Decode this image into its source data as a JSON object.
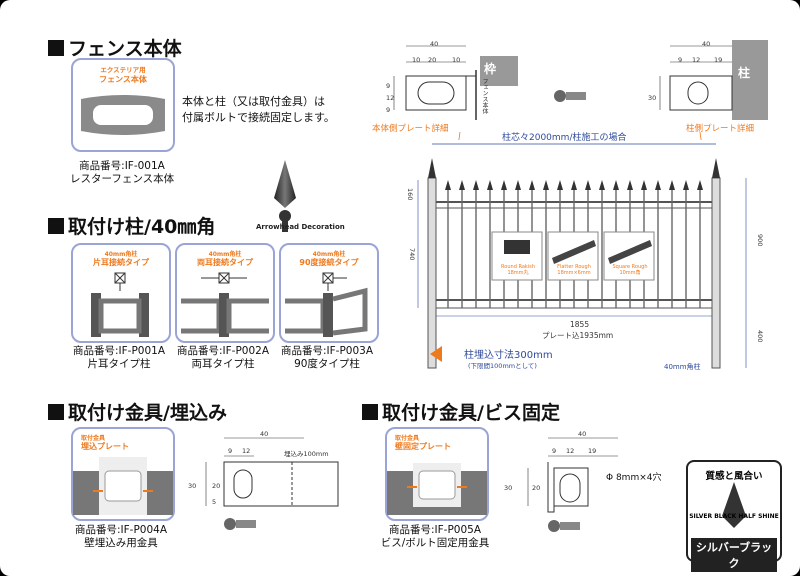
{
  "sections": {
    "fence_body": "フェンス本体",
    "post": "取付け柱/40㎜角",
    "embed": "取付け金具/埋込み",
    "screw": "取付け金具/ビス固定"
  },
  "fence_card": {
    "top": "エクステリア用",
    "bottom": "フェンス本体"
  },
  "fence_caption": {
    "line1": "商品番号:IF-001A",
    "line2": "レスターフェンス本体"
  },
  "fence_note": {
    "line1": "本体と柱（又は取付金具）は",
    "line2": "付属ボルトで接続固定します。"
  },
  "arrowhead_label": "Arrowhead Decoration",
  "post_cards": [
    {
      "top": "40mm角柱",
      "bottom": "片耳接続タイプ",
      "code": "商品番号:IF-P001A",
      "name": "片耳タイプ柱"
    },
    {
      "top": "40mm角柱",
      "bottom": "両耳接続タイプ",
      "code": "商品番号:IF-P002A",
      "name": "両耳タイプ柱"
    },
    {
      "top": "40mm角柱",
      "bottom": "90度接続タイプ",
      "code": "商品番号:IF-P003A",
      "name": "90度タイプ柱"
    }
  ],
  "embed_card": {
    "top": "取付金具",
    "bottom": "埋込プレート",
    "code": "商品番号:IF-P004A",
    "name": "壁埋込み用金具"
  },
  "screw_card": {
    "top": "取付金具",
    "bottom": "壁固定プレート",
    "code": "商品番号:IF-P005A",
    "name": "ビス/ボルト固定用金具"
  },
  "embed_dims": {
    "total": "40",
    "a": "9",
    "b": "12",
    "length": "埋込み100mm",
    "h": "30",
    "h2": "20",
    "h3": "5"
  },
  "screw_dims": {
    "total": "40",
    "a": "9",
    "b": "12",
    "c": "19",
    "h": "30",
    "h2": "20",
    "holes": "Φ 8mm×4穴"
  },
  "top_diagram": {
    "frame_label": "枠",
    "post_label": "柱",
    "left_caption": "本体側プレート詳細",
    "right_caption": "柱側プレート詳細",
    "fence_side": "フェンス本体",
    "left_dims": {
      "total": "40",
      "a": "10",
      "b": "20",
      "c": "10",
      "v1": "9",
      "v2": "12",
      "v3": "9"
    },
    "right_dims": {
      "total": "40",
      "a": "9",
      "b": "12",
      "c": "19",
      "v": "30"
    }
  },
  "main_diagram": {
    "span_label": "柱芯々2000mm/柱施工の場合",
    "height_top": "160",
    "height_body": "740",
    "height_total": "900",
    "height_embed": "400",
    "width_label1": "1855",
    "width_label2": "プレート込1935mm",
    "embed_note1": "柱埋込寸法300mm",
    "embed_note2": "(下限間100mmとして)",
    "post_note": "40mm角柱",
    "samples": [
      {
        "label1": "Round Rakish",
        "label2": "18mm丸"
      },
      {
        "label1": "Flatter Rough",
        "label2": "18mm×6mm"
      },
      {
        "label1": "Square Rough",
        "label2": "10mm角"
      }
    ]
  },
  "badge": {
    "title": "質感と風合い",
    "en": "SILVER BLACK HALF SHINE",
    "jp": "シルバーブラック"
  },
  "colors": {
    "orange": "#ee7a1e",
    "blue": "#2f4b9c",
    "card_border": "#9aa4d6"
  }
}
